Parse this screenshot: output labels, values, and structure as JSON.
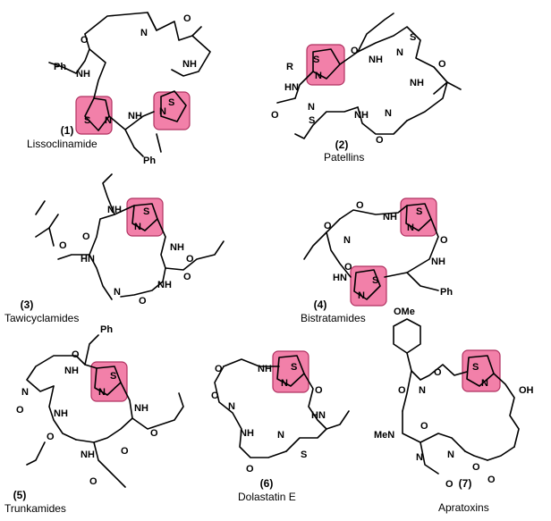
{
  "compounds": [
    {
      "number": "(1)",
      "name": "Lissoclinamide"
    },
    {
      "number": "(2)",
      "name": "Patellins"
    },
    {
      "number": "(3)",
      "name": "Tawicyclamides"
    },
    {
      "number": "(4)",
      "name": "Bistratamides"
    },
    {
      "number": "(5)",
      "name": "Trunkamides"
    },
    {
      "number": "(6)",
      "name": "Dolastatin E"
    },
    {
      "number": "(7)",
      "name": "Apratoxins"
    }
  ],
  "atoms": {
    "O": "O",
    "N": "N",
    "S": "S",
    "NH": "NH",
    "HN": "HN",
    "Ph": "Ph",
    "R": "R",
    "OMe": "OMe",
    "OH": "OH",
    "MeN": "MeN"
  },
  "colors": {
    "highlight": "#f06a9a"
  }
}
